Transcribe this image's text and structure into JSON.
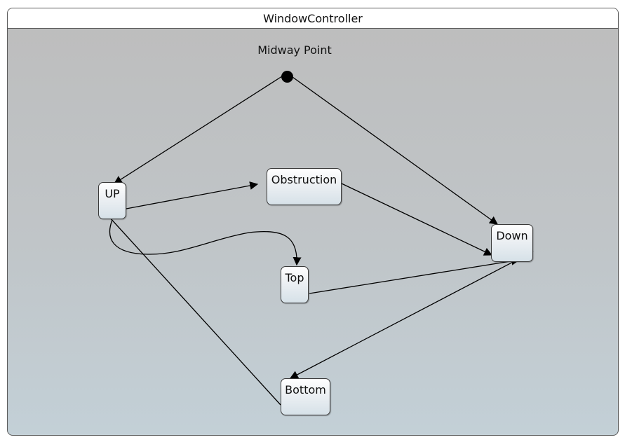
{
  "diagram": {
    "container_title": "WindowController",
    "initial_label": "Midway Point",
    "states": {
      "up": "UP",
      "obstruction": "Obstruction",
      "down": "Down",
      "top": "Top",
      "bottom": "Bottom"
    },
    "transitions": [
      {
        "from": "Midway Point",
        "to": "UP"
      },
      {
        "from": "Midway Point",
        "to": "Down"
      },
      {
        "from": "UP",
        "to": "Obstruction"
      },
      {
        "from": "Obstruction",
        "to": "Down"
      },
      {
        "from": "UP",
        "to": "Top"
      },
      {
        "from": "Top",
        "to": "Down"
      },
      {
        "from": "Down",
        "to": "Bottom"
      },
      {
        "from": "Bottom",
        "to": "UP"
      }
    ]
  }
}
